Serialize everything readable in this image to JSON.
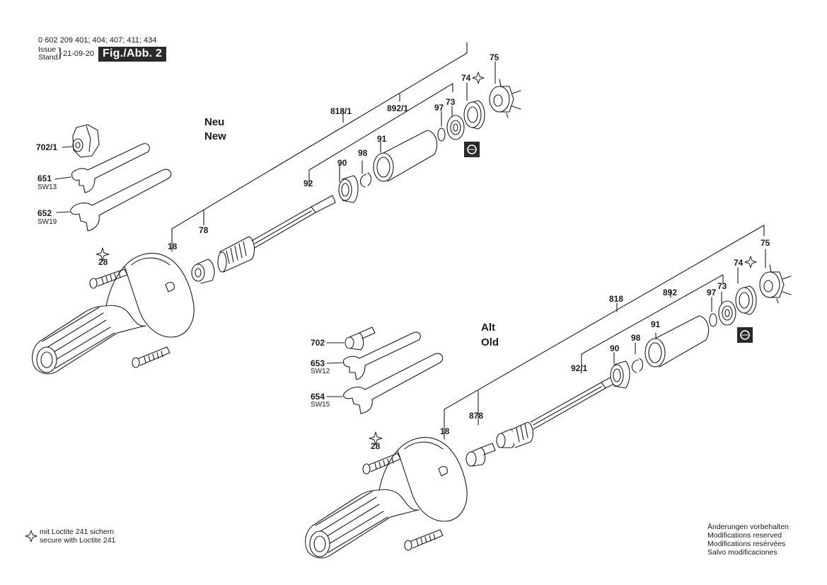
{
  "header": {
    "part_numbers": "0 602 209 401; 404; 407; 411; 434",
    "issue_label": "Issue",
    "stand_label": "Stand",
    "issue_date": "21-09-20",
    "figure_label": "Fig./Abb. 2"
  },
  "sections": {
    "new": {
      "title_de": "Neu",
      "title_en": "New"
    },
    "old": {
      "title_de": "Alt",
      "title_en": "Old"
    }
  },
  "callouts_new": {
    "c702_1": "702/1",
    "c651": "651",
    "c651_sub": "SW13",
    "c652": "652",
    "c652_sub": "SW19",
    "c28": "28",
    "c18": "18",
    "c78": "78",
    "c92": "92",
    "c90": "90",
    "c98": "98",
    "c91": "91",
    "c818_1": "818/1",
    "c892_1": "892/1",
    "c97": "97",
    "c73": "73",
    "c74": "74",
    "c75": "75"
  },
  "callouts_old": {
    "c702": "702",
    "c653": "653",
    "c653_sub": "SW12",
    "c654": "654",
    "c654_sub": "SW15",
    "c28": "28",
    "c18": "18",
    "c878": "878",
    "c92_1": "92/1",
    "c90": "90",
    "c98": "98",
    "c91": "91",
    "c818": "818",
    "c892": "892",
    "c97": "97",
    "c73": "73",
    "c74": "74",
    "c75": "75"
  },
  "footer": {
    "loctite_de": "mit Loctite 241 sichern",
    "loctite_en": "secure with Loctite 241",
    "modifications": [
      "Änderungen vorbehalten",
      "Modifications reserved",
      "Modifications resérvées",
      "Salvo modificaciones"
    ]
  },
  "icons": [
    "loctite-star-icon",
    "bearing-tool-icon"
  ]
}
